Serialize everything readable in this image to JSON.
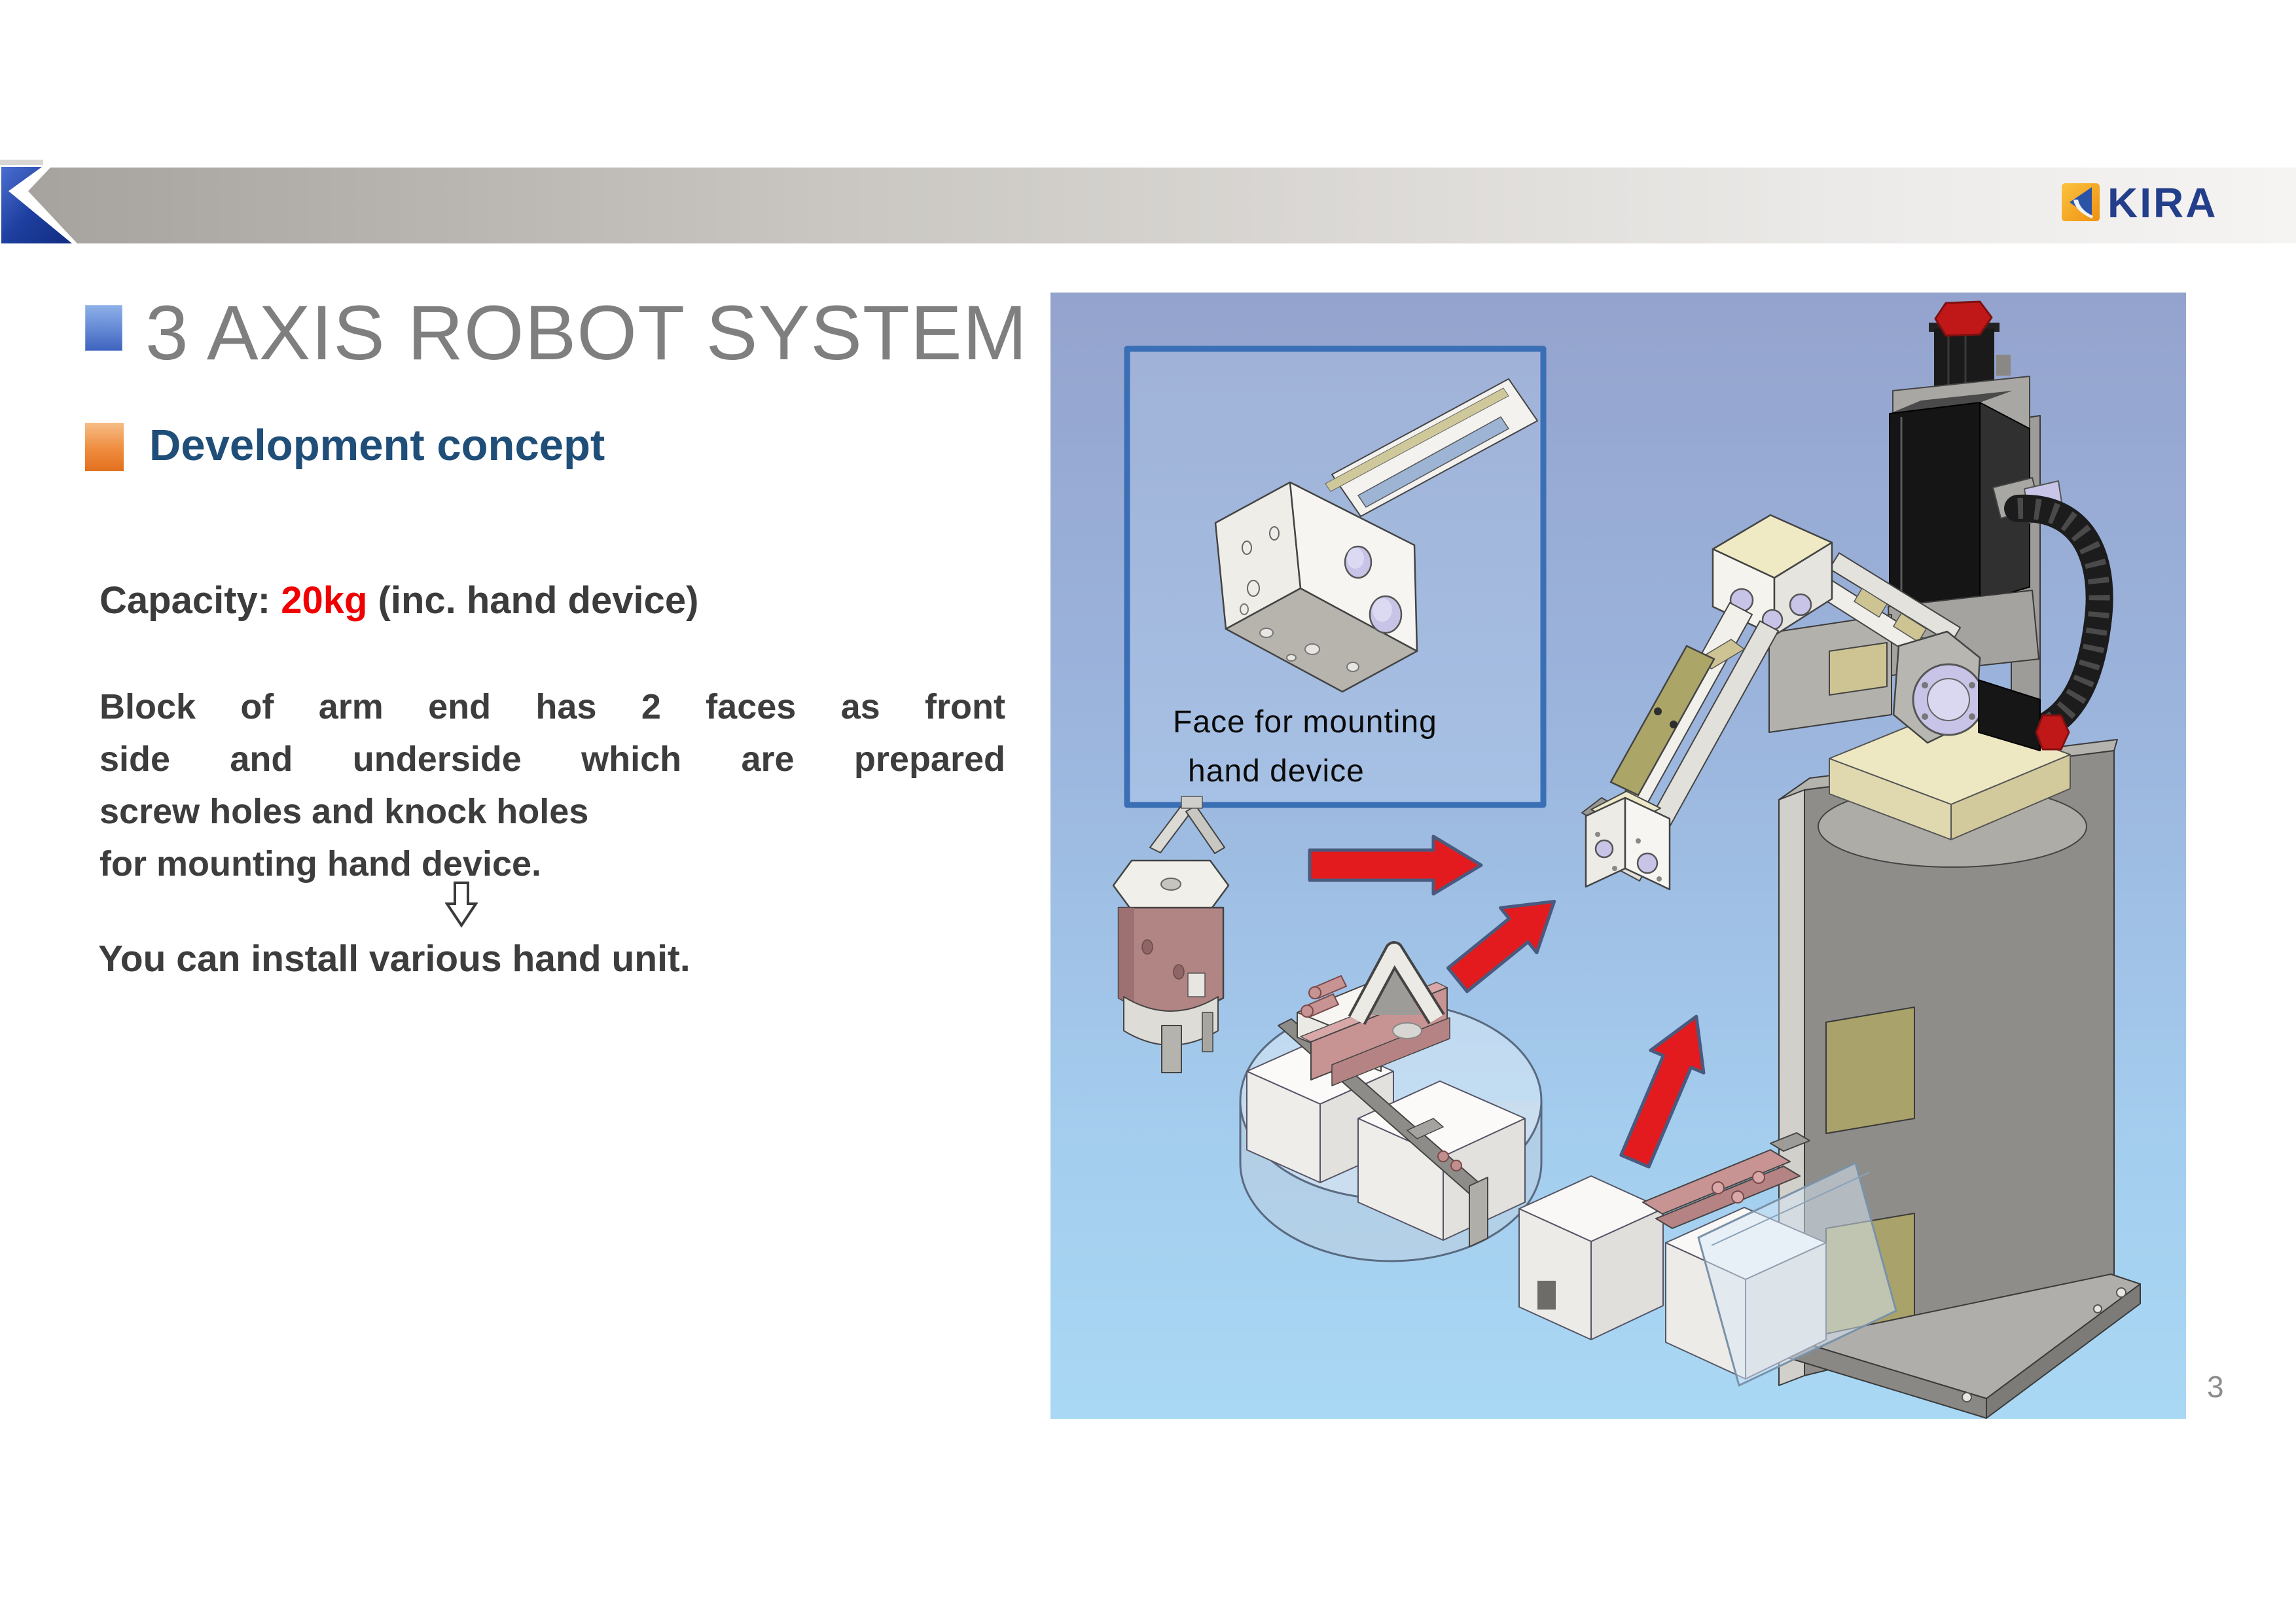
{
  "header": {
    "brand_text": "KIRA"
  },
  "slide": {
    "title": "3 AXIS ROBOT SYSTEM",
    "section_heading": "Development concept",
    "capacity_label": "Capacity: ",
    "capacity_value": "20kg",
    "capacity_note": " (inc. hand device)",
    "body_lines": [
      "Block of arm end has 2 faces as front",
      "side and underside which are prepared",
      "screw holes and knock holes",
      "for mounting hand device."
    ],
    "conclusion": "You can install various hand unit.",
    "page_number": "3"
  },
  "figure": {
    "callout_line1": "Face for mounting",
    "callout_line2": "hand device"
  },
  "colors": {
    "accent_red": "#f00000",
    "arrow_red": "#e31b1e",
    "heading_blue": "#1f4e79",
    "title_gray": "#7f7f7f",
    "brand_navy": "#233e8b",
    "brand_orange": "#f5a11c",
    "callout_border": "#3a6fb5",
    "panel_blue_top": "#94a3cd",
    "panel_blue_bottom": "#a9d8f4",
    "header_blue": "#1e3fa0"
  }
}
